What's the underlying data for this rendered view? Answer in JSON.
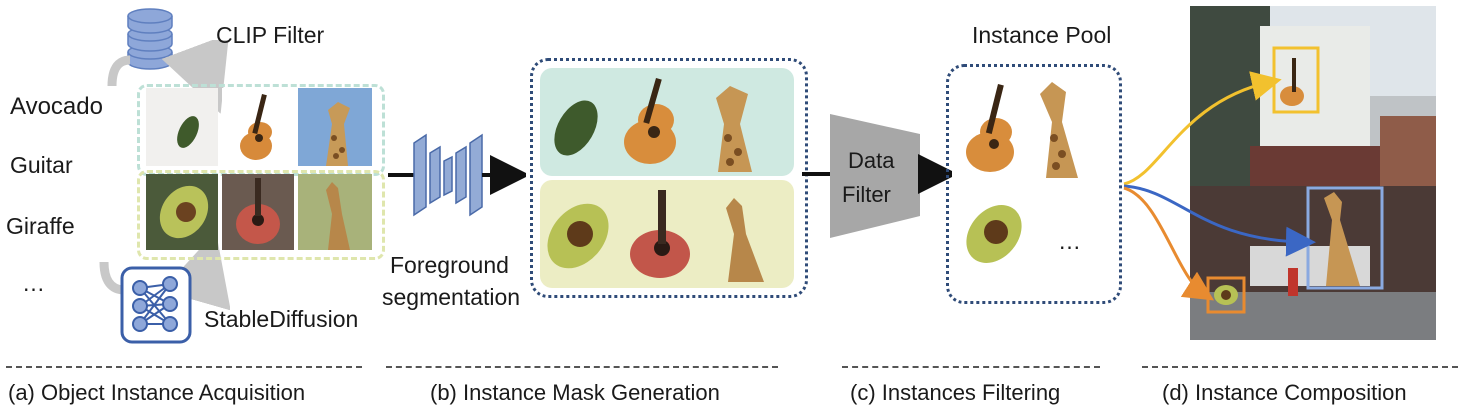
{
  "acquisition": {
    "clip_filter_label": "CLIP Filter",
    "classes": [
      "Avocado",
      "Guitar",
      "Giraffe",
      "…"
    ],
    "stable_diffusion_label": "StableDiffusion"
  },
  "segmentation": {
    "line1": "Foreground",
    "line2": "segmentation"
  },
  "data_filter": {
    "line1": "Data",
    "line2": "Filter"
  },
  "instance_pool": {
    "title": "Instance Pool",
    "ellipsis": "…"
  },
  "captions": {
    "a": "(a) Object Instance Acquisition",
    "b": "(b) Instance Mask Generation",
    "c": "(c) Instances Filtering",
    "d": "(d)  Instance Composition"
  },
  "colors": {
    "mask_top_bg": "#cfe9e1",
    "mask_bottom_bg": "#ecedc4",
    "dotted_border": "#2f4b78",
    "clip_box_border": "#bde0d6",
    "sd_box_border": "#dfe6ad",
    "yellow_arrow": "#f2c12e",
    "blue_arrow": "#3b67c4",
    "orange_arrow": "#e88b30",
    "giraffe_box": "#8aa9e0"
  }
}
